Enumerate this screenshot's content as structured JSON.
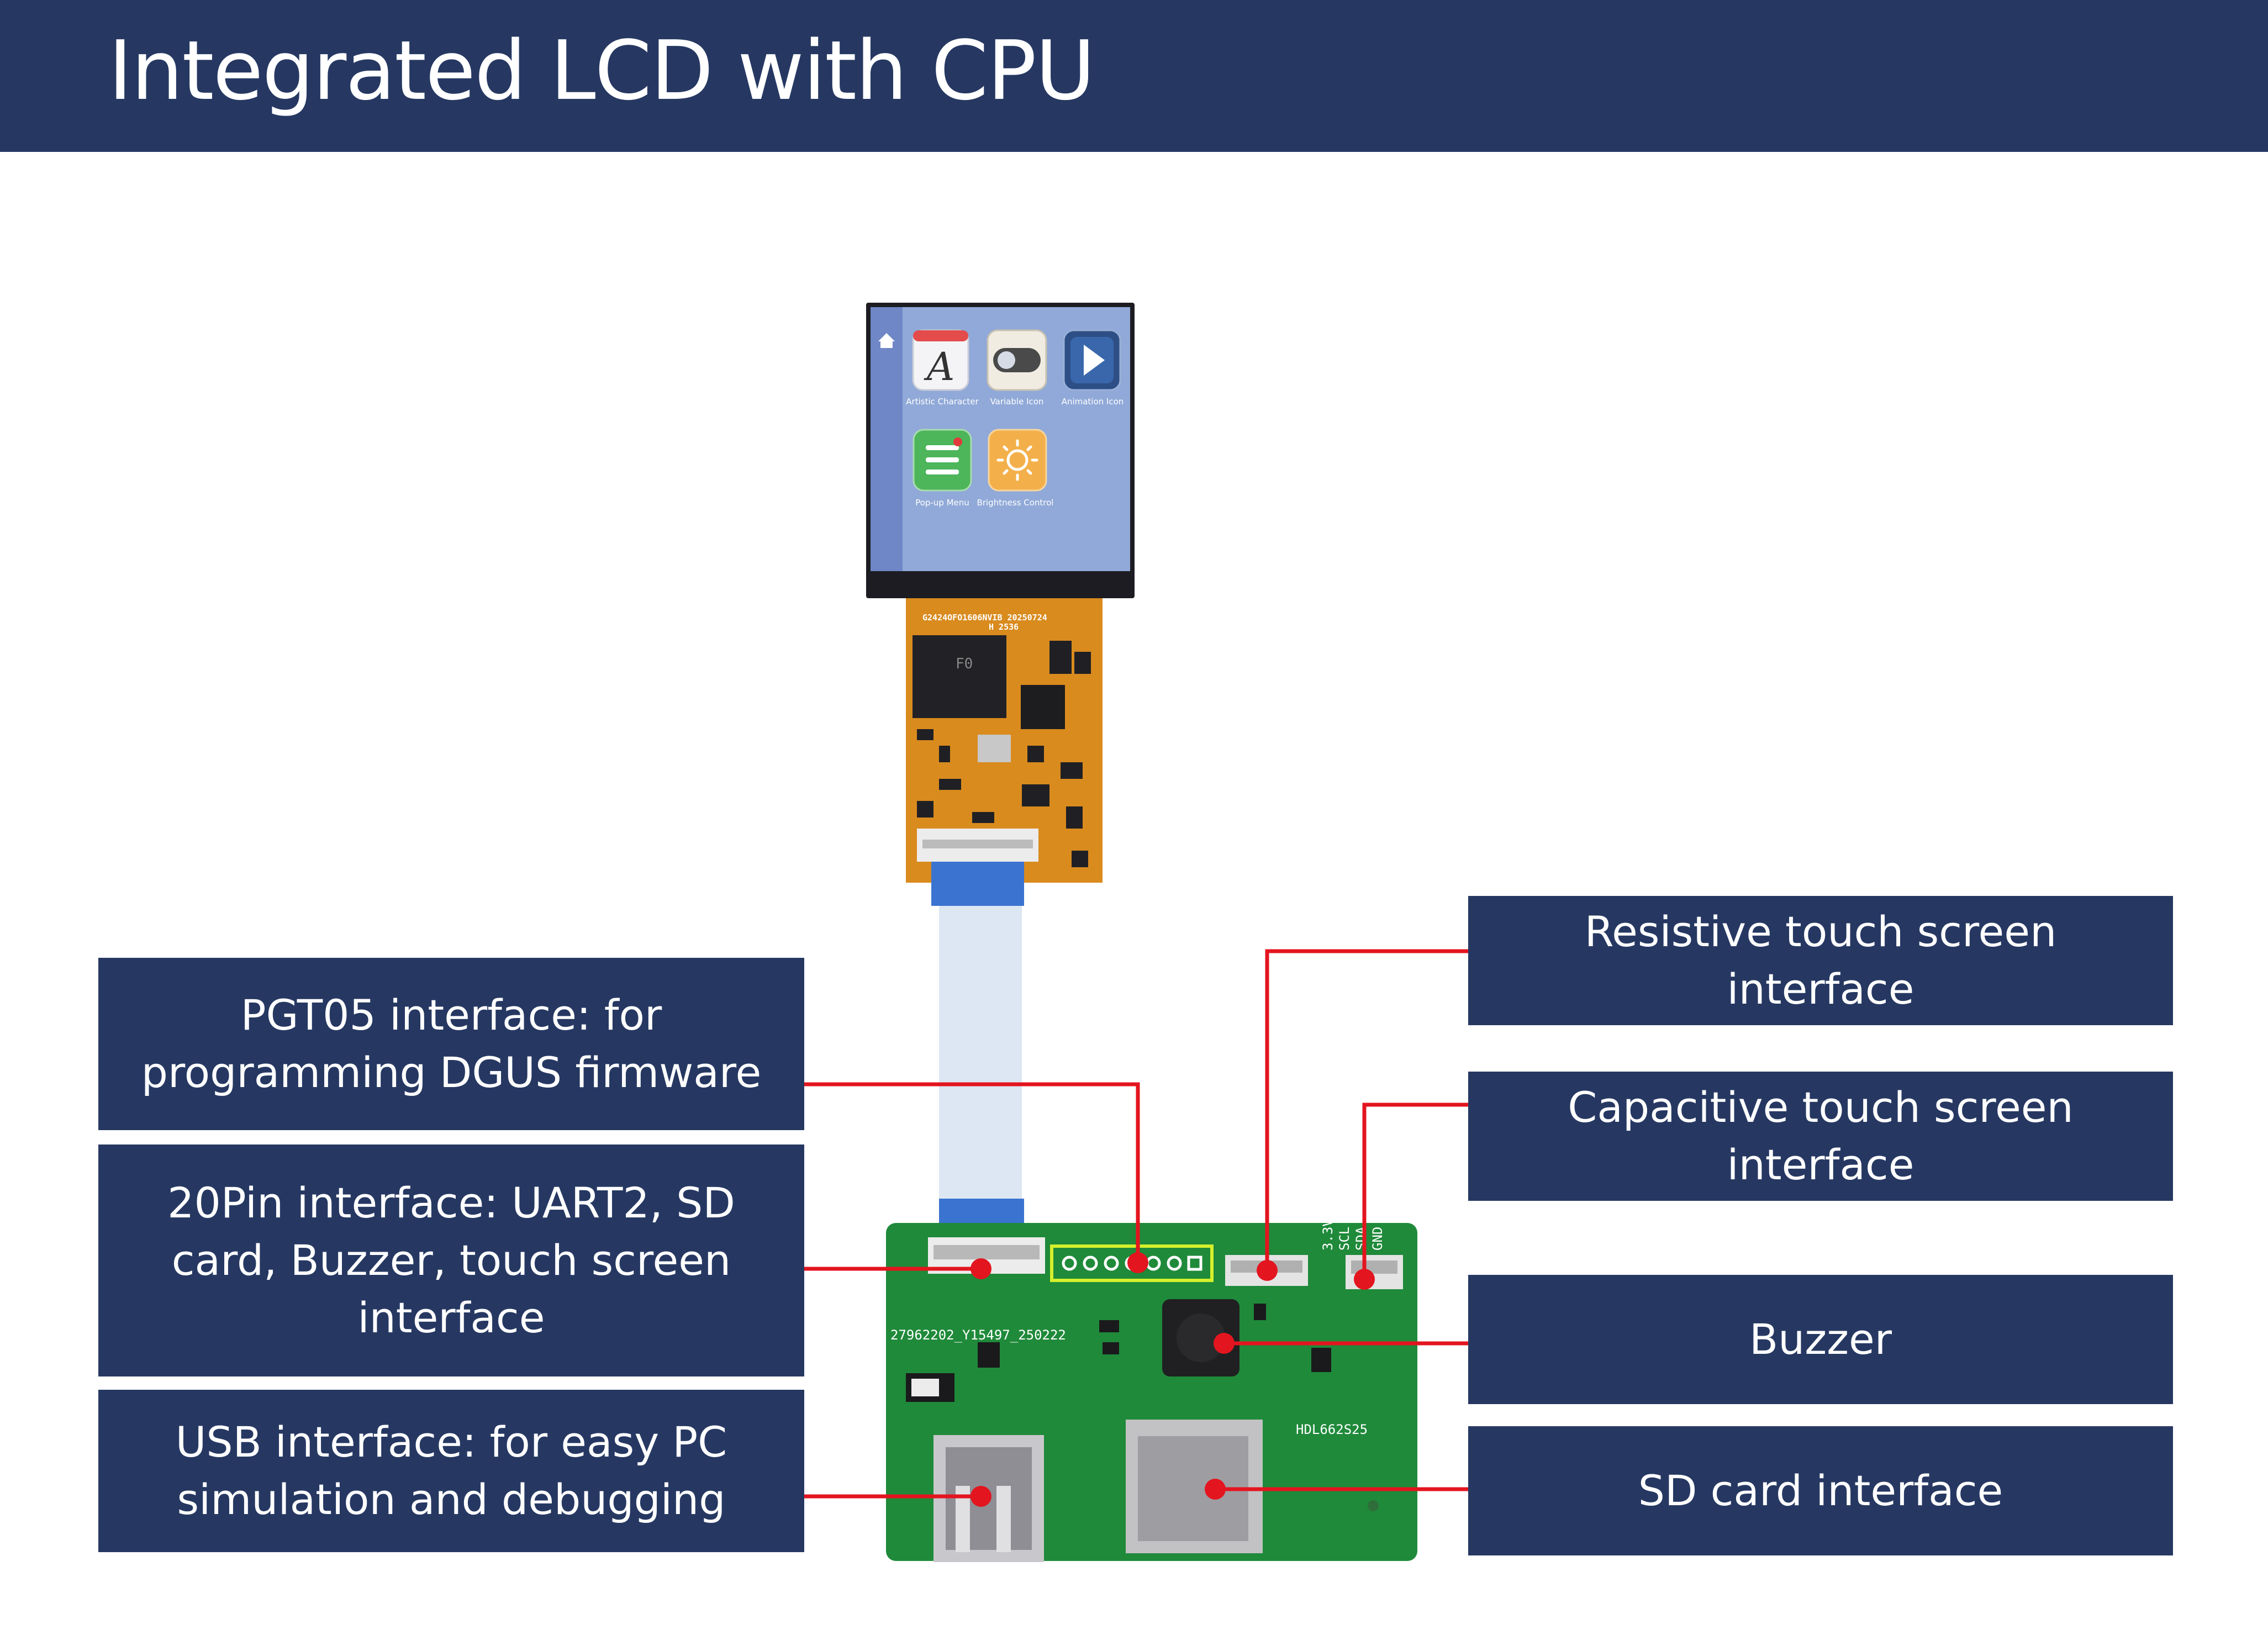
{
  "header": {
    "title": "Integrated LCD with CPU"
  },
  "lcd": {
    "icons": [
      {
        "label": "Artistic Character",
        "icon": "artistic-character-icon"
      },
      {
        "label": "Variable Icon",
        "icon": "variable-icon"
      },
      {
        "label": "Animation Icon",
        "icon": "animation-play-icon"
      },
      {
        "label": "Pop-up Menu",
        "icon": "popup-menu-icon"
      },
      {
        "label": "Brightness Control",
        "icon": "brightness-sun-icon"
      }
    ],
    "home_icon": "home-icon"
  },
  "fpc_board": {
    "marking_line1": "G2424OFO1606NVIB 20250724",
    "marking_line2": "H 2536",
    "chip_marking": "F0"
  },
  "pcb": {
    "marking_left": "27962202_Y15497_250222",
    "marking_right": "HDL662S25",
    "pin_labels": [
      "3.3V",
      "SCL",
      "SDA",
      "GND"
    ]
  },
  "callouts": {
    "pgt05": "PGT05 interface: for programming DGUS firmware",
    "pin20": "20Pin interface: UART2, SD card, Buzzer, touch screen interface",
    "usb": "USB interface: for easy PC simulation and debugging",
    "resistive": "Resistive touch screen interface",
    "capacitive": "Capacitive touch screen interface",
    "buzzer": "Buzzer",
    "sdcard": "SD card interface"
  },
  "colors": {
    "header_bg": "#263862",
    "callout_bg": "#263862",
    "leader_line": "#e3151f",
    "pcb_green": "#1f8a3a",
    "fpc_orange": "#d98b1e",
    "lcd_bg": "#90a9d8"
  }
}
